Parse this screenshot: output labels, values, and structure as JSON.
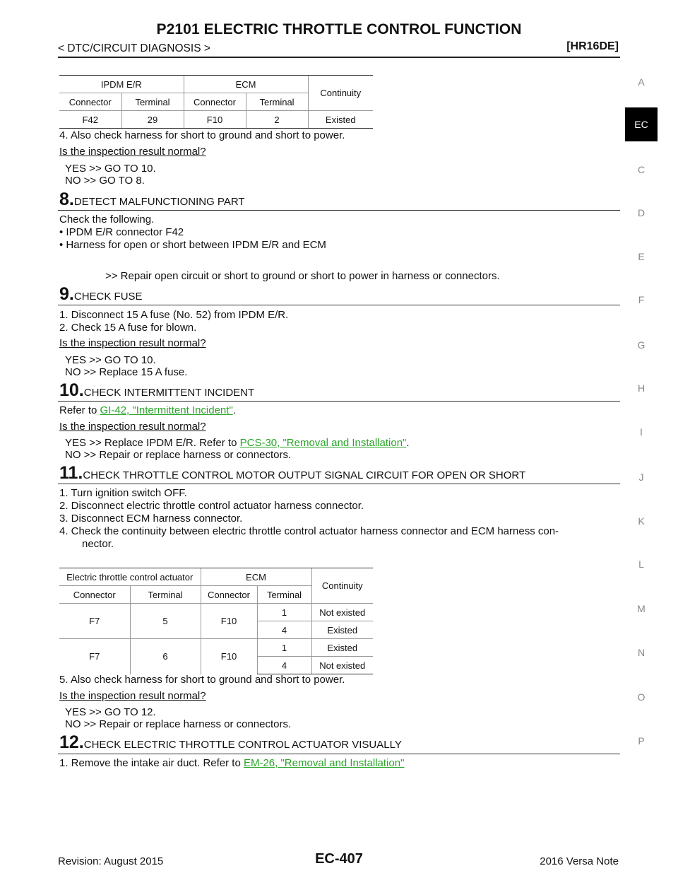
{
  "header": {
    "title": "P2101 ELECTRIC THROTTLE CONTROL FUNCTION",
    "breadcrumb": "< DTC/CIRCUIT DIAGNOSIS >",
    "engine": "[HR16DE]"
  },
  "side_index": {
    "letters": [
      "A",
      "EC",
      "C",
      "D",
      "E",
      "F",
      "G",
      "H",
      "I",
      "J",
      "K",
      "L",
      "M",
      "N",
      "O",
      "P"
    ],
    "active": "EC"
  },
  "table1": {
    "group1": "IPDM E/R",
    "group2": "ECM",
    "continuity": "Continuity",
    "col_connector": "Connector",
    "col_terminal": "Terminal",
    "row": {
      "c1": "F42",
      "t1": "29",
      "c2": "F10",
      "t2": "2",
      "result": "Existed"
    }
  },
  "step7_tail": {
    "item4": "4.   Also check harness for short to ground and short to power.",
    "question": "Is the inspection result normal?",
    "yes": "YES     >> GO TO 10.",
    "no": "NO       >> GO TO 8."
  },
  "step8": {
    "num": "8.",
    "title": "DETECT MALFUNCTIONING PART",
    "intro": "Check the following.",
    "bullet1": "•  IPDM E/R connector F42",
    "bullet2": "•  Harness for open or short between IPDM E/R and ECM",
    "action": ">> Repair open circuit or short to ground or short to power in harness or connectors."
  },
  "step9": {
    "num": "9.",
    "title": "CHECK FUSE",
    "item1": "1.   Disconnect 15 A fuse (No. 52) from IPDM E/R.",
    "item2": "2.   Check 15 A fuse for blown.",
    "question": "Is the inspection result normal?",
    "yes": "YES     >> GO TO 10.",
    "no": "NO       >> Replace 15 A fuse."
  },
  "step10": {
    "num": "10.",
    "title": "CHECK INTERMITTENT INCIDENT",
    "refer_prefix": "Refer to ",
    "refer_link": "GI-42, \"Intermittent Incident\"",
    "refer_suffix": ".",
    "question": "Is the inspection result normal?",
    "yes_prefix": "YES     >> Replace IPDM E/R. Refer to ",
    "yes_link": "PCS-30, \"Removal and Installation\"",
    "yes_suffix": ".",
    "no": "NO       >> Repair or replace harness or connectors."
  },
  "step11": {
    "num": "11.",
    "title": "CHECK THROTTLE CONTROL MOTOR OUTPUT SIGNAL CIRCUIT FOR OPEN OR SHORT",
    "item1": "1.   Turn ignition switch OFF.",
    "item2": "2.   Disconnect electric throttle control actuator harness connector.",
    "item3": "3.   Disconnect ECM harness connector.",
    "item4a": "4.   Check the continuity between electric throttle control actuator harness connector and ECM harness con-",
    "item4b": "nector.",
    "item5": "5.   Also check harness for short to ground and short to power.",
    "question": "Is the inspection result normal?",
    "yes": "YES     >> GO TO 12.",
    "no": "NO       >> Repair or replace harness or connectors."
  },
  "table2": {
    "group1": "Electric throttle control actuator",
    "group2": "ECM",
    "continuity": "Continuity",
    "col_connector": "Connector",
    "col_terminal": "Terminal",
    "rows": [
      {
        "c1": "F7",
        "t1": "5",
        "c2": "F10",
        "t2a": "1",
        "ra": "Not existed",
        "t2b": "4",
        "rb": "Existed"
      },
      {
        "c1": "F7",
        "t1": "6",
        "c2": "F10",
        "t2a": "1",
        "ra": "Existed",
        "t2b": "4",
        "rb": "Not existed"
      }
    ]
  },
  "step12": {
    "num": "12.",
    "title": "CHECK ELECTRIC THROTTLE CONTROL ACTUATOR VISUALLY",
    "item1_prefix": "1.   Remove the intake air duct. Refer to ",
    "item1_link": "EM-26, \"Removal and Installation\""
  },
  "footer": {
    "revision": "Revision: August 2015",
    "page": "EC-407",
    "model": "2016 Versa Note"
  }
}
